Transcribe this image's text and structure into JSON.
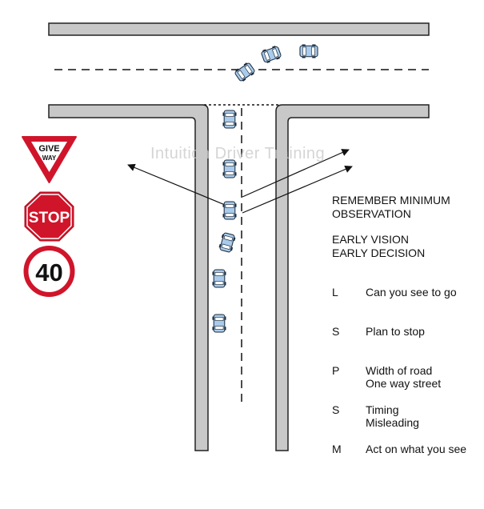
{
  "watermark": "Intuition Driver Training",
  "signs": {
    "give_way": [
      "GIVE",
      "WAY"
    ],
    "stop": "STOP",
    "speed_limit": "40"
  },
  "reminder": [
    "REMEMBER MINIMUM",
    "OBSERVATION"
  ],
  "early": [
    "EARLY VISION",
    "EARLY DECISION"
  ],
  "mnemonic": [
    {
      "letter": "L",
      "lines": [
        "Can you see to go"
      ]
    },
    {
      "letter": "S",
      "lines": [
        "Plan to stop"
      ]
    },
    {
      "letter": "P",
      "lines": [
        "Width of road",
        "One way street"
      ]
    },
    {
      "letter": "S",
      "lines": [
        "Timing",
        "Misleading"
      ]
    },
    {
      "letter": "M",
      "lines": [
        "Act on what you see"
      ]
    }
  ]
}
